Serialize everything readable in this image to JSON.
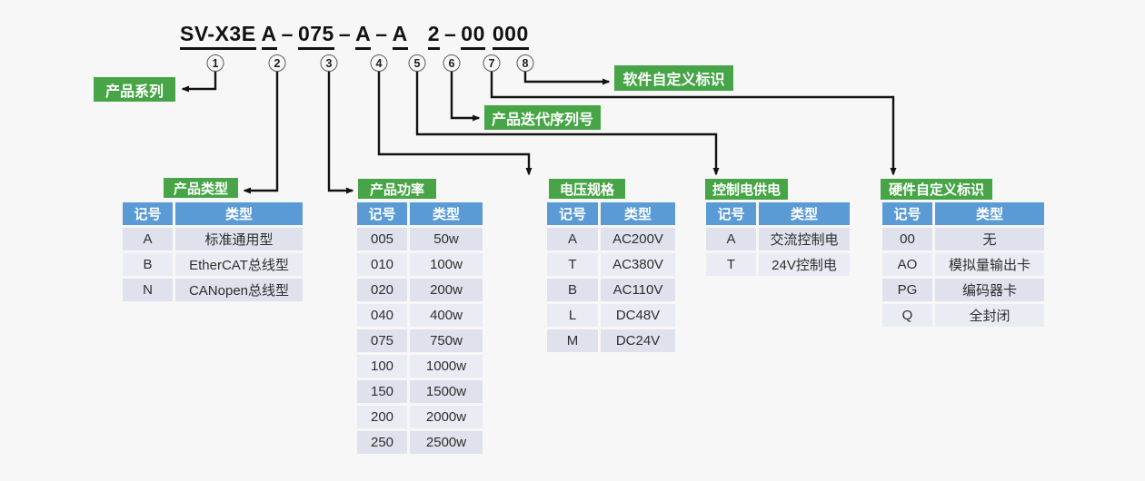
{
  "model_code": {
    "tokens": [
      {
        "text": "SV-X3E",
        "underline": true
      },
      {
        "text": "A",
        "underline": true
      },
      {
        "text": "–",
        "underline": false
      },
      {
        "text": "075",
        "underline": true
      },
      {
        "text": "–",
        "underline": false
      },
      {
        "text": "A",
        "underline": true
      },
      {
        "text": "–",
        "underline": false
      },
      {
        "text": "A",
        "underline": true
      },
      {
        "text": "2",
        "underline": true
      },
      {
        "text": "–",
        "underline": false
      },
      {
        "text": "00",
        "underline": true
      },
      {
        "text": "000",
        "underline": true
      }
    ],
    "callouts": [
      "1",
      "2",
      "3",
      "4",
      "5",
      "6",
      "7",
      "8"
    ]
  },
  "labels": {
    "series": "产品系列",
    "software_id": "软件自定义标识",
    "iteration_serial": "产品迭代序列号"
  },
  "colors": {
    "green": "#47a547",
    "header_blue": "#5b9bd5",
    "row_dark": "#dfe2ec",
    "row_light": "#e9ecf3",
    "line": "#121212",
    "background": "#f7f7f7"
  },
  "tables": [
    {
      "title": "产品类型",
      "headers": [
        "记号",
        "类型"
      ],
      "rows": [
        [
          "A",
          "标准通用型"
        ],
        [
          "B",
          "EtherCAT总线型"
        ],
        [
          "N",
          "CANopen总线型"
        ]
      ]
    },
    {
      "title": "产品功率",
      "headers": [
        "记号",
        "类型"
      ],
      "rows": [
        [
          "005",
          "50w"
        ],
        [
          "010",
          "100w"
        ],
        [
          "020",
          "200w"
        ],
        [
          "040",
          "400w"
        ],
        [
          "075",
          "750w"
        ],
        [
          "100",
          "1000w"
        ],
        [
          "150",
          "1500w"
        ],
        [
          "200",
          "2000w"
        ],
        [
          "250",
          "2500w"
        ]
      ]
    },
    {
      "title": "电压规格",
      "headers": [
        "记号",
        "类型"
      ],
      "rows": [
        [
          "A",
          "AC200V"
        ],
        [
          "T",
          "AC380V"
        ],
        [
          "B",
          "AC110V"
        ],
        [
          "L",
          "DC48V"
        ],
        [
          "M",
          "DC24V"
        ]
      ]
    },
    {
      "title": "控制电供电",
      "headers": [
        "记号",
        "类型"
      ],
      "rows": [
        [
          "A",
          "交流控制电"
        ],
        [
          "T",
          "24V控制电"
        ]
      ]
    },
    {
      "title": "硬件自定义标识",
      "headers": [
        "记号",
        "类型"
      ],
      "rows": [
        [
          "00",
          "无"
        ],
        [
          "AO",
          "模拟量输出卡"
        ],
        [
          "PG",
          "编码器卡"
        ],
        [
          "Q",
          "全封闭"
        ]
      ]
    }
  ]
}
